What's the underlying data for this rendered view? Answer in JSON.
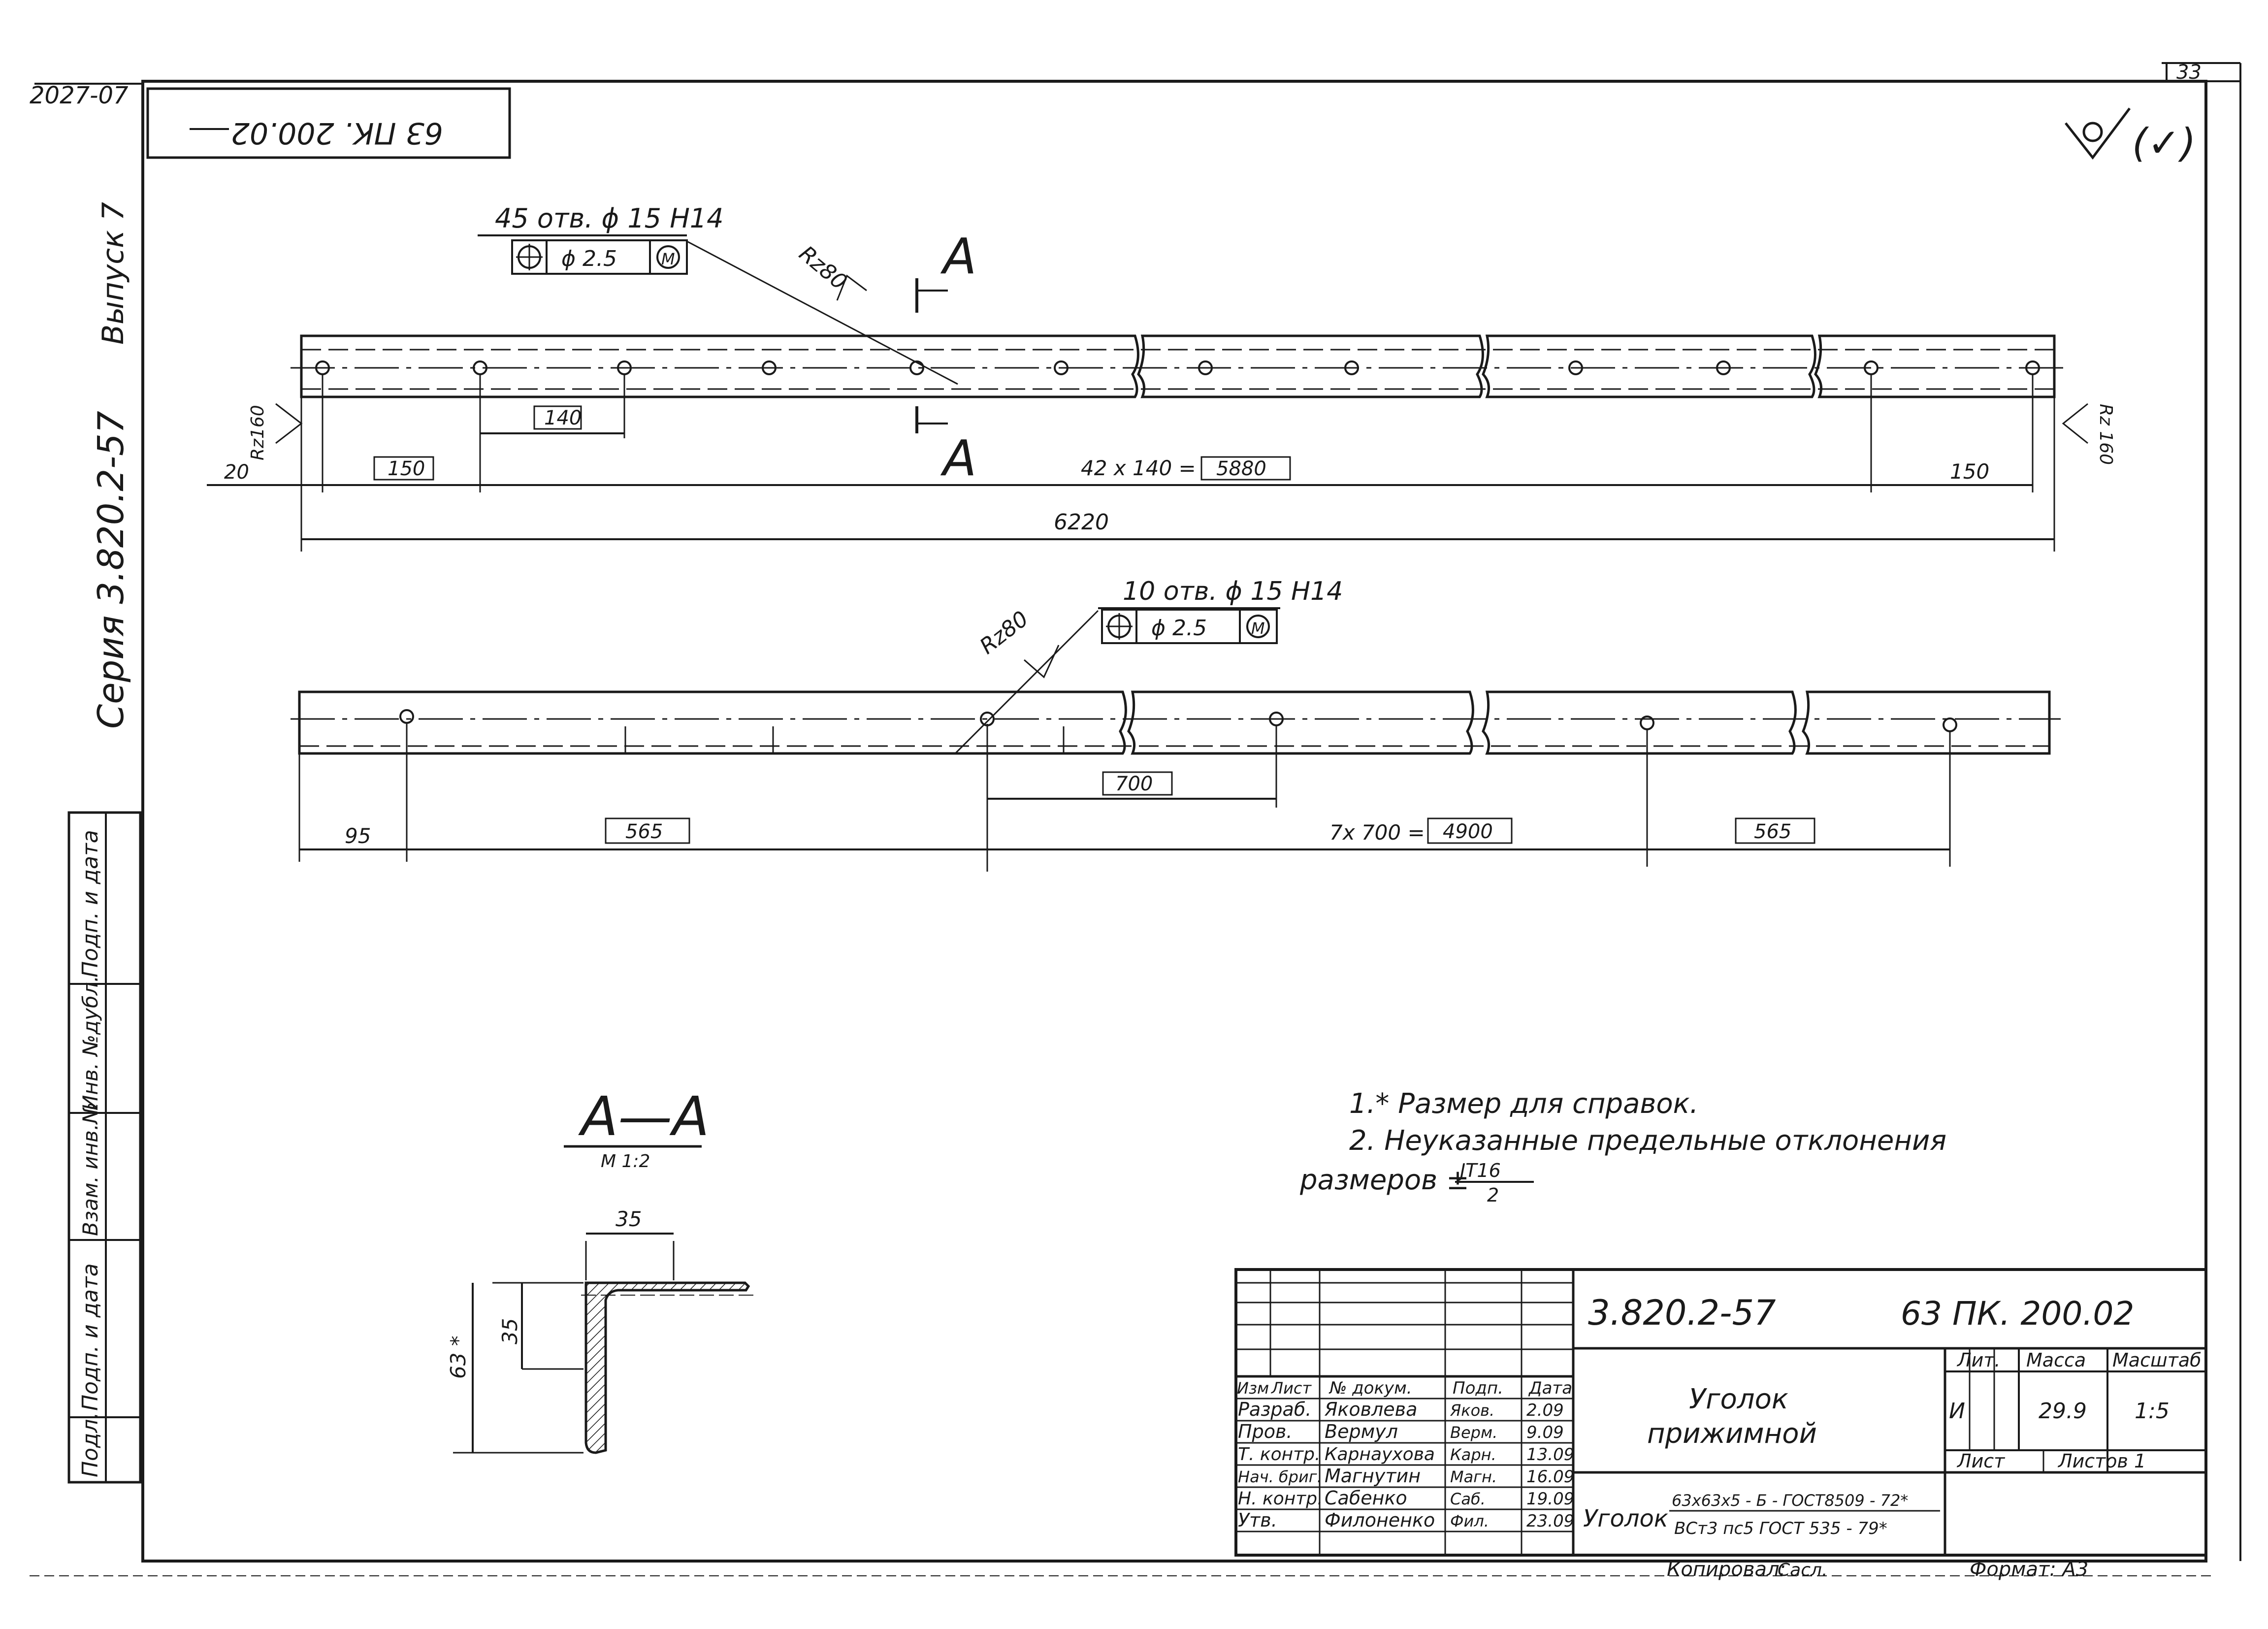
{
  "frame": {
    "sheet_id": "2027-07",
    "sheet_number": "33",
    "inverted_code": "63 ПК. 200.02",
    "surface_mark": "(✓)"
  },
  "sidebar": {
    "series": "Серия 3.820.2-57",
    "issue": "Выпуск 7",
    "cells": [
      "Подп. и дата",
      "Инв. №дубл.",
      "Взам. инв.№",
      "Подп. и дата",
      "Подл."
    ]
  },
  "view1": {
    "holes_callout": "45 отв. ϕ 15 Н14",
    "tolerance_value": "ϕ 2.5",
    "tolerance_modifier": "M",
    "roughness_top": "Rz80",
    "roughness_left": "Rz160",
    "roughness_right": "Rz 160",
    "section_letter_top": "A",
    "section_letter_bottom": "A",
    "dim_pitch": "140",
    "dim_edge_small": "20",
    "dim_left": "150",
    "dim_middle_prefix": "42 x 140 =",
    "dim_middle_value": "5880",
    "dim_right": "150",
    "dim_total": "6220"
  },
  "view2": {
    "holes_callout": "10 отв. ϕ 15 Н14",
    "tolerance_value": "ϕ 2.5",
    "tolerance_modifier": "M",
    "roughness": "Rz80",
    "dim_pitch": "700",
    "dim_left_small": "95",
    "dim_left": "565",
    "dim_middle_prefix": "7x 700 =",
    "dim_middle_value": "4900",
    "dim_right": "565"
  },
  "section": {
    "title": "A—A",
    "scale": "М 1:2",
    "dim_width": "35",
    "dim_leg": "35",
    "dim_height": "63 *"
  },
  "notes": {
    "line1": "1.* Размер для справок.",
    "line2": "2.  Неуказанные  предельные  отклонения",
    "line3_prefix": "размеров ±",
    "line3_num": "JT16",
    "line3_den": "2"
  },
  "title_block": {
    "series": "3.820.2-57",
    "code": "63 ПК. 200.02",
    "name_line1": "Уголок",
    "name_line2": "прижимной",
    "header": {
      "izm": "Изм",
      "list": "Лист",
      "doc": "№ докум.",
      "sign": "Подп.",
      "date": "Дата"
    },
    "rows": [
      {
        "role": "Разраб.",
        "name": "Яковлева",
        "sign": "Яков.",
        "date": "2.09"
      },
      {
        "role": "Пров.",
        "name": "Вермул",
        "sign": "Верм.",
        "date": "9.09"
      },
      {
        "role": "Т. контр.",
        "name": "Карнаухова",
        "sign": "Карн.",
        "date": "13.09"
      },
      {
        "role": "Нач. бриг.",
        "name": "Магнутин",
        "sign": "Магн.",
        "date": "16.09"
      },
      {
        "role": "Н. контр.",
        "name": "Сабенко",
        "sign": "Саб.",
        "date": "19.09"
      },
      {
        "role": "Утв.",
        "name": "Филоненко",
        "sign": "Фил.",
        "date": "23.09"
      }
    ],
    "lit_label": "Лит.",
    "mass_label": "Масса",
    "scale_label": "Масштаб",
    "lit_value": "И",
    "mass_value": "29.9",
    "scale_value": "1:5",
    "sheet_label": "Лист",
    "sheets_label": "Листов 1",
    "material_prefix": "Уголок",
    "material_num": "63x63x5 - Б - ГОСТ8509 - 72*",
    "material_den": "ВСт3 пс5 ГОСТ 535 - 79*",
    "copied_label": "Копировал:",
    "copied_sign": "Сасл.",
    "format_label": "Формат: А3"
  }
}
